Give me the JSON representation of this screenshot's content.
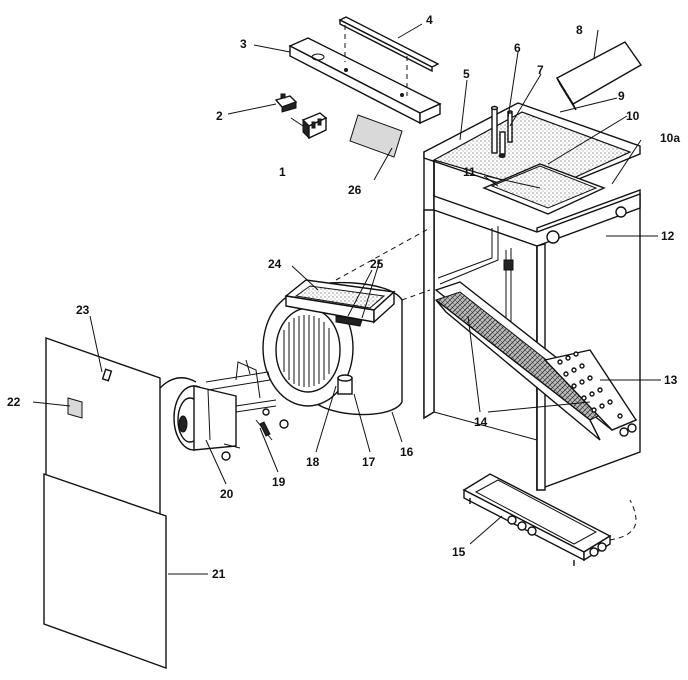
{
  "callouts": {
    "c1": "1",
    "c2": "2",
    "c3": "3",
    "c4": "4",
    "c5": "5",
    "c6": "6",
    "c7": "7",
    "c8": "8",
    "c9": "9",
    "c10": "10",
    "c10a": "10a",
    "c11": "11",
    "c12": "12",
    "c13": "13",
    "c14": "14",
    "c15": "15",
    "c16": "16",
    "c17": "17",
    "c18": "18",
    "c19": "19",
    "c20": "20",
    "c21": "21",
    "c22": "22",
    "c23": "23",
    "c24": "24",
    "c25": "25",
    "c26": "26"
  }
}
